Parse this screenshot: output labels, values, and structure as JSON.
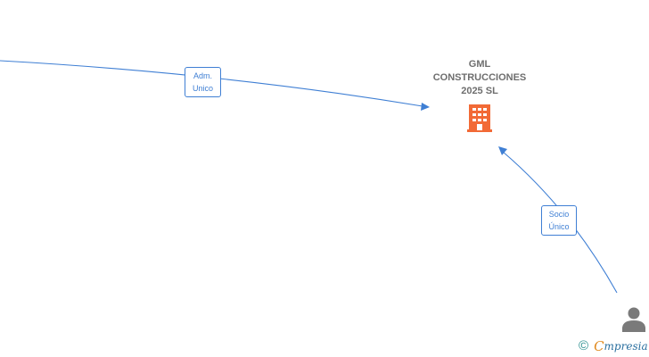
{
  "company": {
    "name": "GML\nCONSTRUCCIONES\n2025  SL",
    "icon": "building-icon",
    "icon_color": "#f26a36"
  },
  "person": {
    "icon": "person-icon",
    "icon_color": "#7a7a7a"
  },
  "edges": [
    {
      "id": "admin",
      "label_line1": "Adm.",
      "label_line2": "Unico"
    },
    {
      "id": "socio",
      "label_line1": "Socio",
      "label_line2": "Único"
    }
  ],
  "colors": {
    "edge": "#3f7fd4",
    "label_text": "#3f7fd4",
    "node_text": "#6e6e6e"
  },
  "brand": {
    "copyright": "©",
    "initial": "C",
    "rest": "mpresia"
  }
}
